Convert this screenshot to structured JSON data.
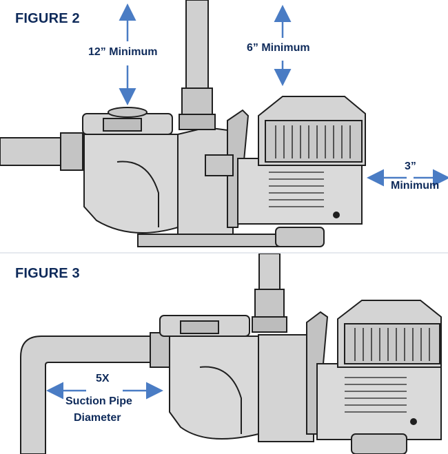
{
  "figure2": {
    "title": "FIGURE 2",
    "labels": {
      "top_clearance": "12” Minimum",
      "motor_top_clearance": "6” Minimum",
      "rear_clearance_value": "3”",
      "rear_clearance_word": "Minimum"
    }
  },
  "figure3": {
    "title": "FIGURE 3",
    "labels": {
      "straight_run_multiplier": "5X",
      "straight_run_line1": "Suction Pipe",
      "straight_run_line2": "Diameter"
    }
  },
  "colors": {
    "arrow": "#4a7cc4",
    "title_text": "#0e2a5a",
    "pump_fill": "#d9d9d9",
    "pump_shade": "#b8b8b8",
    "outline": "#1f1f1f"
  },
  "icons": {
    "pump": "pool-pump-icon",
    "arrow": "dimension-arrow-icon"
  }
}
